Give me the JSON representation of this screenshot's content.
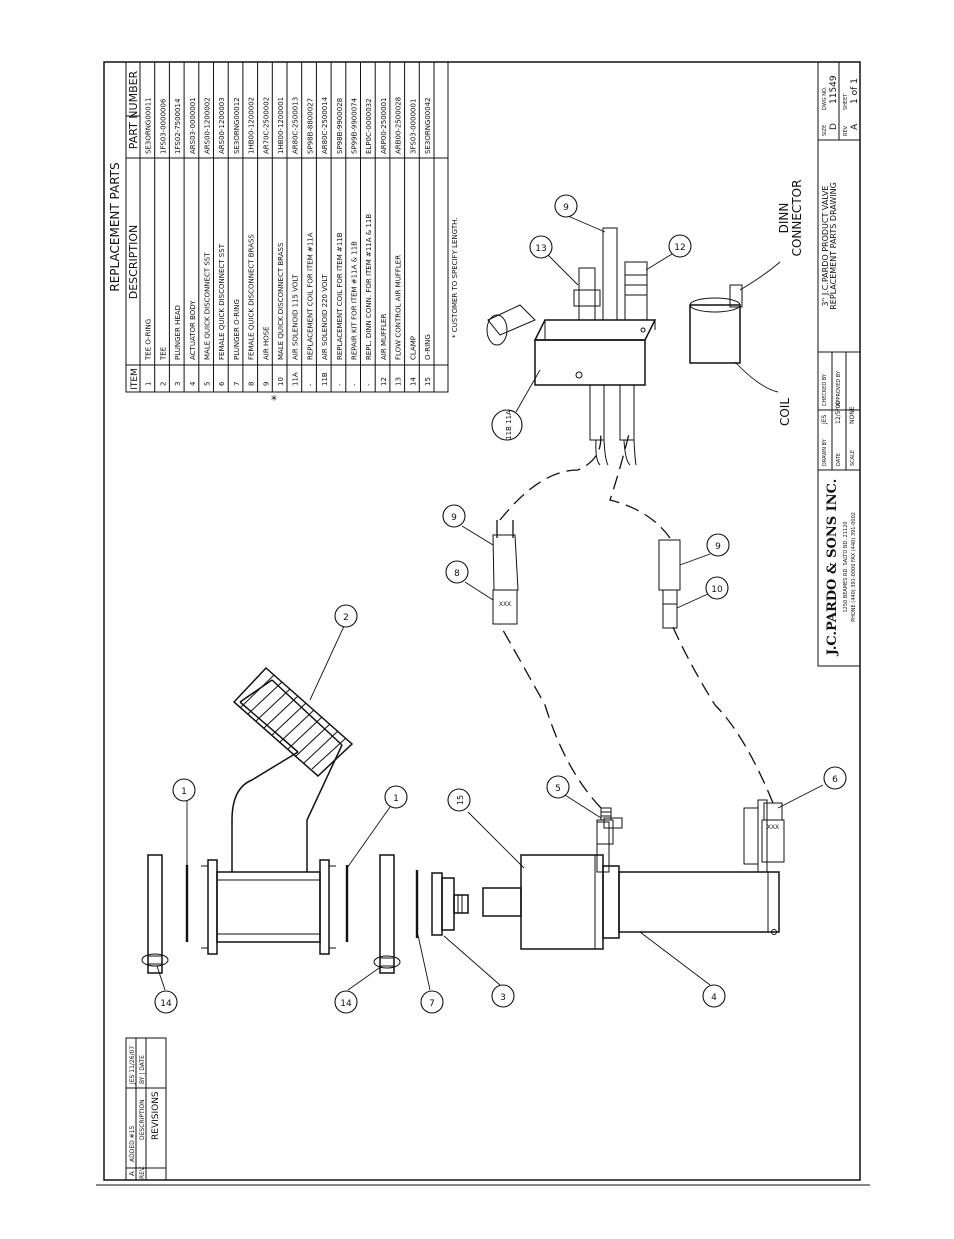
{
  "title_block": {
    "company": "J.C.PARDO & SONS INC.",
    "address_line1": "1250 BEAMES RD.   SALTO ND. 21120",
    "address_line2": "PHONE (440) 391-0000   FAX (440) 391-0002",
    "description_line1": "3\" J.C.PARDO PRODUCT VALVE",
    "description_line2": "REPLACEMENT PARTS DRAWING",
    "drawn_by_label": "DRAWN BY",
    "drawn_by": "JES",
    "date_label": "DATE",
    "date": "12/5/00",
    "scale_label": "SCALE",
    "scale": "NONE",
    "size_label": "SIZE",
    "size": "D",
    "dwg_no_label": "DWG NO.",
    "dwg_no": "11549",
    "rev_label": "REV",
    "rev": "A",
    "sheet_label": "SHEET",
    "sheet": "1 of 1",
    "checked_label": "CHECKED BY",
    "approved_label": "APPROVED BY"
  },
  "revisions": {
    "title": "REVISIONS",
    "rev_header": "REV.",
    "desc_header": "DESCRIPTION",
    "by_date_header": "BY | DATE",
    "row_rev": "A",
    "row_desc": "ADDED #15",
    "row_by_date": "JES 11/26/07"
  },
  "parts_table": {
    "title": "REPLACEMENT PARTS",
    "col_item": "ITEM",
    "col_description": "DESCRIPTION",
    "col_part": "PART NUMBER",
    "rows": [
      {
        "item": "1",
        "desc": "TEE O-RING",
        "part": "SE3ORNG00011"
      },
      {
        "item": "2",
        "desc": "TEE",
        "part": "1FS03-0000006"
      },
      {
        "item": "3",
        "desc": "PLUNGER HEAD",
        "part": "1FS02-7500014"
      },
      {
        "item": "4",
        "desc": "ACTUATOR BODY",
        "part": "ARS03-0000001"
      },
      {
        "item": "5",
        "desc": "MALE QUICK DISCONNECT SST",
        "part": "ARS00-1200002"
      },
      {
        "item": "6",
        "desc": "FEMALE QUICK DISCONNECT SST",
        "part": "ARS00-1200003"
      },
      {
        "item": "7",
        "desc": "PLUNGER O-RING",
        "part": "SE3ORNG00012"
      },
      {
        "item": "8",
        "desc": "FEMALE QUICK DISCONNECT BRASS",
        "part": "1HB00-1200002"
      },
      {
        "item": "9",
        "desc": "AIR HOSE",
        "part": "AR70C-2500002"
      },
      {
        "item": "10",
        "desc": "MALE QUICK DISCONNECT BRASS",
        "part": "1HB00-1200001"
      },
      {
        "item": "11A",
        "desc": "AIR SOLENOID 115 VOLT",
        "part": "AR80C-2500013"
      },
      {
        "item": "-",
        "desc": "REPLACEMENT COIL FOR ITEM #11A",
        "part": "SP98B-8800027"
      },
      {
        "item": "11B",
        "desc": "AIR SOLENOID 220 VOLT",
        "part": "AR80C-2500014"
      },
      {
        "item": "-",
        "desc": "REPLACEMENT COIL FOR ITEM #11B",
        "part": "SP98B-9900028"
      },
      {
        "item": "-",
        "desc": "REPAIR KIT FOR ITEM #11A & 11B",
        "part": "SP99B-9900074"
      },
      {
        "item": "-",
        "desc": "REPL. DINN CONN. FOR ITEM #11A & 11B",
        "part": "ELP0C-0000032"
      },
      {
        "item": "12",
        "desc": "AIR MUFFLER",
        "part": "ARP00-2500001"
      },
      {
        "item": "13",
        "desc": "FLOW CONTROL AIR MUFFLER",
        "part": "ARB00-2500028"
      },
      {
        "item": "14",
        "desc": "CLAMP",
        "part": "3FS03-0000001"
      },
      {
        "item": "15",
        "desc": "O-RING",
        "part": "SE3ORNG00042"
      }
    ],
    "footnote": "* CUSTOMER TO SPECIFY LENGTH.",
    "asterisk": "*"
  },
  "callouts": {
    "dinn_connector_line1": "DINN",
    "dinn_connector_line2": "CONNECTOR",
    "coil": "COIL",
    "balloons": {
      "b1_top": "1",
      "b1_bottom": "1",
      "b2": "2",
      "b3": "3",
      "b4": "4",
      "b5": "5",
      "b6": "6",
      "b7": "7",
      "b8": "8",
      "b9_a": "9",
      "b9_b": "9",
      "b9_c": "9",
      "b10": "10",
      "b11": "11B 11A",
      "b12": "12",
      "b13": "13",
      "b14_top": "14",
      "b14_bottom": "14",
      "b15": "15"
    },
    "qd_marks": "XXX"
  }
}
